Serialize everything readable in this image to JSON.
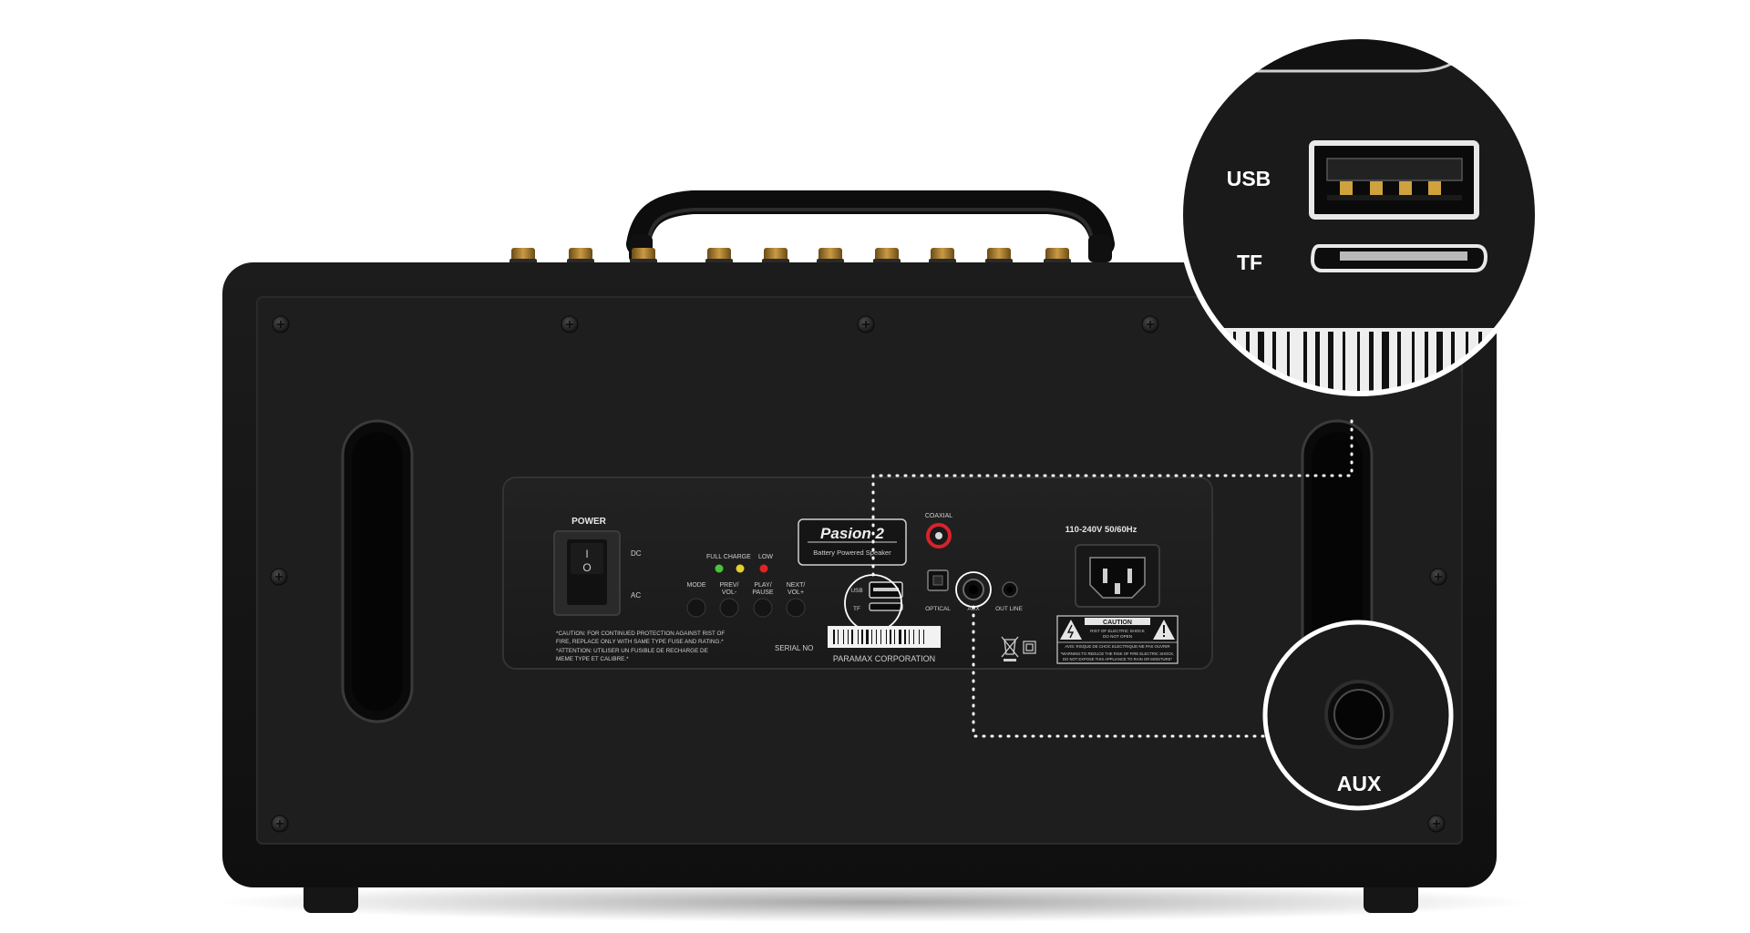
{
  "colors": {
    "body": "#151515",
    "panel": "#1e1e1e",
    "plate": "#232323",
    "accent_red": "#d8232a",
    "led_green": "#49c43a",
    "led_yellow": "#e4d02a",
    "led_red": "#e02424",
    "brass": "#a0782e"
  },
  "brand": {
    "model": "Pasion 2",
    "tagline": "Battery Powered Speaker",
    "maker": "PARAMAX CORPORATION"
  },
  "power": {
    "label": "POWER",
    "dc": "DC",
    "ac": "AC",
    "switch_on": "I",
    "switch_off": "O"
  },
  "status": {
    "full_charge": "FULL CHARGE",
    "low": "LOW"
  },
  "buttons": {
    "mode": "MODE",
    "prev_1": "PREV/",
    "prev_2": "VOL-",
    "play_1": "PLAY/",
    "play_2": "PAUSE",
    "next_1": "NEXT/",
    "next_2": "VOL+"
  },
  "ports": {
    "usb": "USB",
    "tf": "TF",
    "coaxial": "COAXIAL",
    "optical": "OPTICAL",
    "aux": "AUX",
    "out_line": "OUT LINE"
  },
  "mains": {
    "rating": "110-240V 50/60Hz"
  },
  "caution": {
    "line1": "*CAUTION: FOR CONTINUED PROTECTION AGAINST RIST OF",
    "line2": "FIRE, REPLACE ONLY WITH SAME TYPE FUSE AND RATING.*",
    "line3": "*ATTENTION: UTILISER UN FUSIBLE DE RECHARGE DE",
    "line4": "MEME TYPE ET CALIBRE.*"
  },
  "serial": {
    "label": "SERIAL NO"
  },
  "warning": {
    "title": "CAUTION",
    "line1": "RIST OF ELECTRIC SHOCK",
    "line2": "DO NOT OPEN",
    "line3": "AVIS: RISQUE DE CHOC ELECTRIQUE-NE PAS OUVRIR",
    "line4": "*WARNING:TO REDUCE THE RISK OF FIRE ELECTRIC SHOCK,",
    "line5": "DO NOT EXPOSE THIS APPLIANCE TO RAIN OR MOISTURE*"
  },
  "zoom": {
    "usb": "USB",
    "tf": "TF",
    "aux": "AUX"
  }
}
